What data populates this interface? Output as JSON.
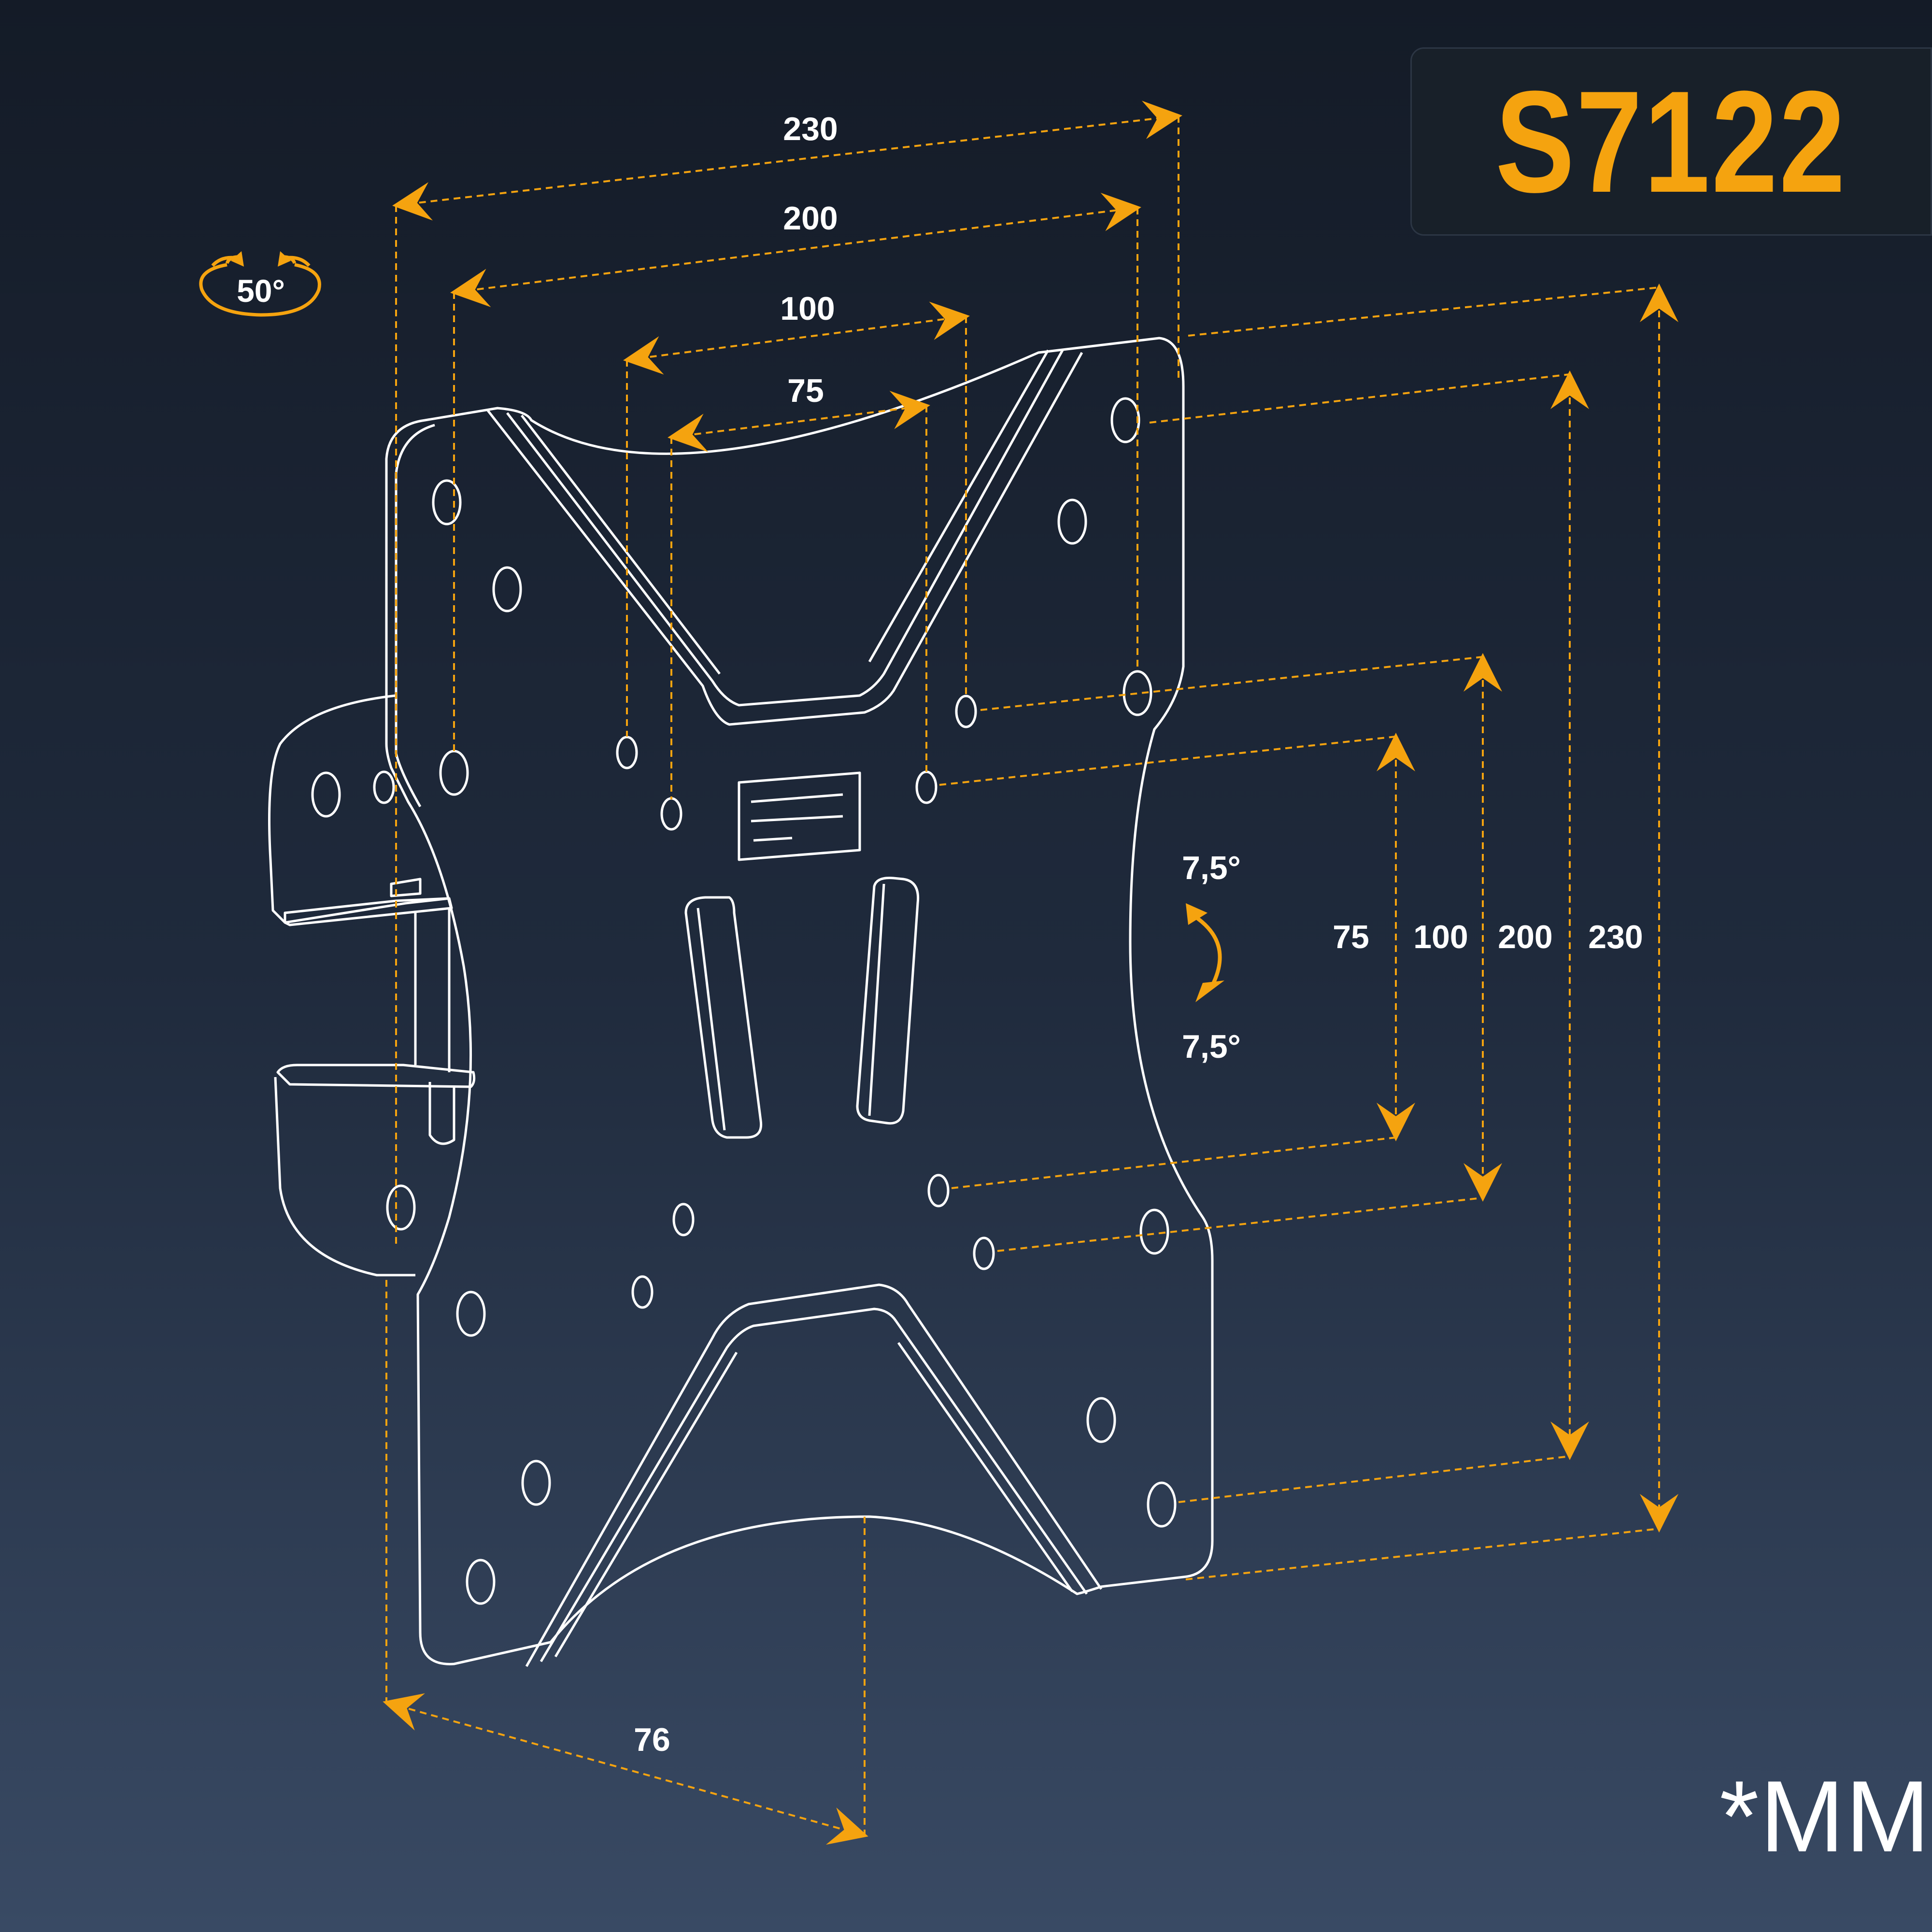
{
  "product": {
    "model": "S7122"
  },
  "units_note": "*MM",
  "swivel": {
    "angle_label": "50°"
  },
  "tilt": {
    "up_label": "7,5°",
    "down_label": "7,5°"
  },
  "vesa_horizontal": {
    "labels": [
      "230",
      "200",
      "100",
      "75"
    ]
  },
  "vesa_vertical": {
    "labels": [
      "75",
      "100",
      "200",
      "230"
    ]
  },
  "wall_distance": {
    "label": "76"
  },
  "colors": {
    "accent": "#f5a30f",
    "line": "#ffffff",
    "badge_bg": "#182029",
    "bg_top": "#141b27",
    "bg_bottom": "#394a64"
  },
  "icons": {
    "swivel": "rotation-arrows-icon",
    "tilt": "tilt-arrows-icon"
  }
}
